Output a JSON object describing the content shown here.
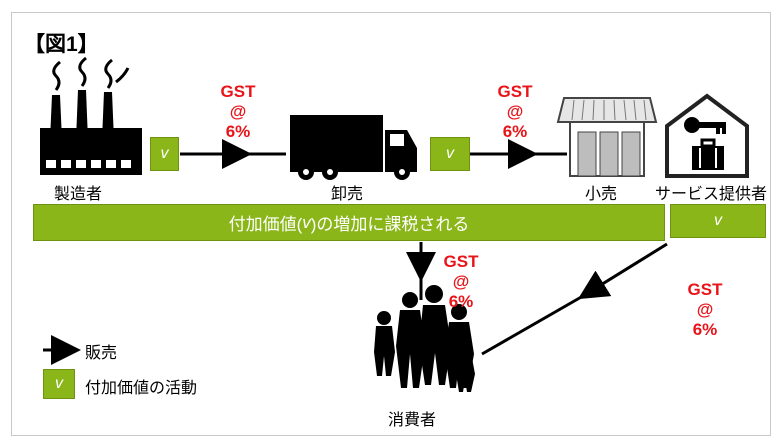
{
  "figure_title": "【図1】",
  "nodes": {
    "manufacturer": "製造者",
    "wholesale": "卸売",
    "retail": "小売",
    "service_provider": "サービス提供者",
    "consumer": "消費者"
  },
  "value_marker": "v",
  "gst_labels": {
    "tax_1": "GST\n@\n6%",
    "tax_2": "GST\n@\n6%",
    "tax_3": "GST\n@\n6%",
    "tax_4": "GST\n@\n6%"
  },
  "banner": {
    "prefix": "付加価値(",
    "var": "v",
    "suffix": ")の増加に課税される"
  },
  "legend": {
    "sale": "販売",
    "value_activity": "付加価値の活動"
  },
  "colors": {
    "green": "#8ab619",
    "red": "#e8141a",
    "black": "#000000"
  }
}
